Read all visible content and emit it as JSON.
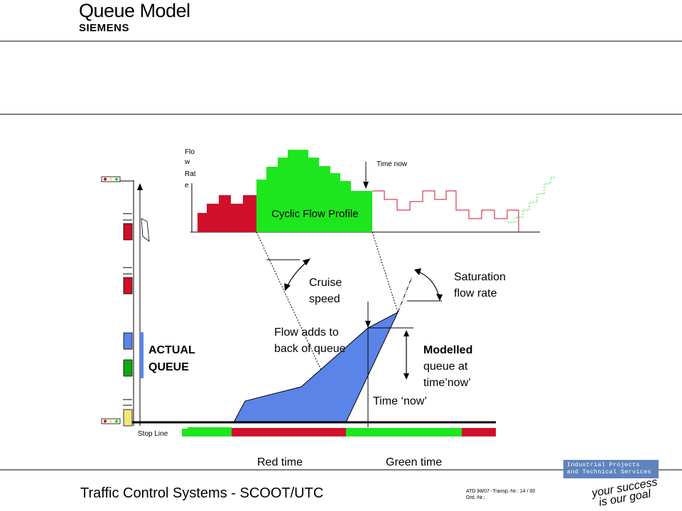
{
  "header": {
    "title": "Queue Model",
    "brand": "SIEMENS"
  },
  "diagram": {
    "flow_rate_label": [
      "Flo",
      "w",
      "Rat",
      "e"
    ],
    "time_now_top": "Time now",
    "cyclic_flow_profile": "Cyclic Flow Profile",
    "cruise_speed": [
      "Cruise",
      "speed"
    ],
    "saturation_flow_rate": [
      "Saturation",
      "flow rate"
    ],
    "flow_adds": [
      "Flow adds to",
      "back of queue"
    ],
    "modelled_queue": [
      "Modelled",
      "queue at",
      "time’now’"
    ],
    "time_now_bottom": "Time ‘now’",
    "actual_queue": [
      "ACTUAL",
      "QUEUE"
    ],
    "stop_line": "Stop Line",
    "red_time": "Red time",
    "green_time": "Green time",
    "colors": {
      "red": "#d0102a",
      "green": "#1ee61e",
      "blue": "#5b84e8",
      "yellow": "#f0e87a"
    }
  },
  "footer": {
    "title": "Traffic Control Systems - SCOOT/UTC",
    "ref_line1": "ATD 98/07 -Transp.-Nr.: 14 / 00",
    "ref_line2": "Ord.-Nr.:",
    "logo_line1": "Industrial Projects",
    "logo_line2": "and Technical Services",
    "slogan": "your success is our goal"
  }
}
